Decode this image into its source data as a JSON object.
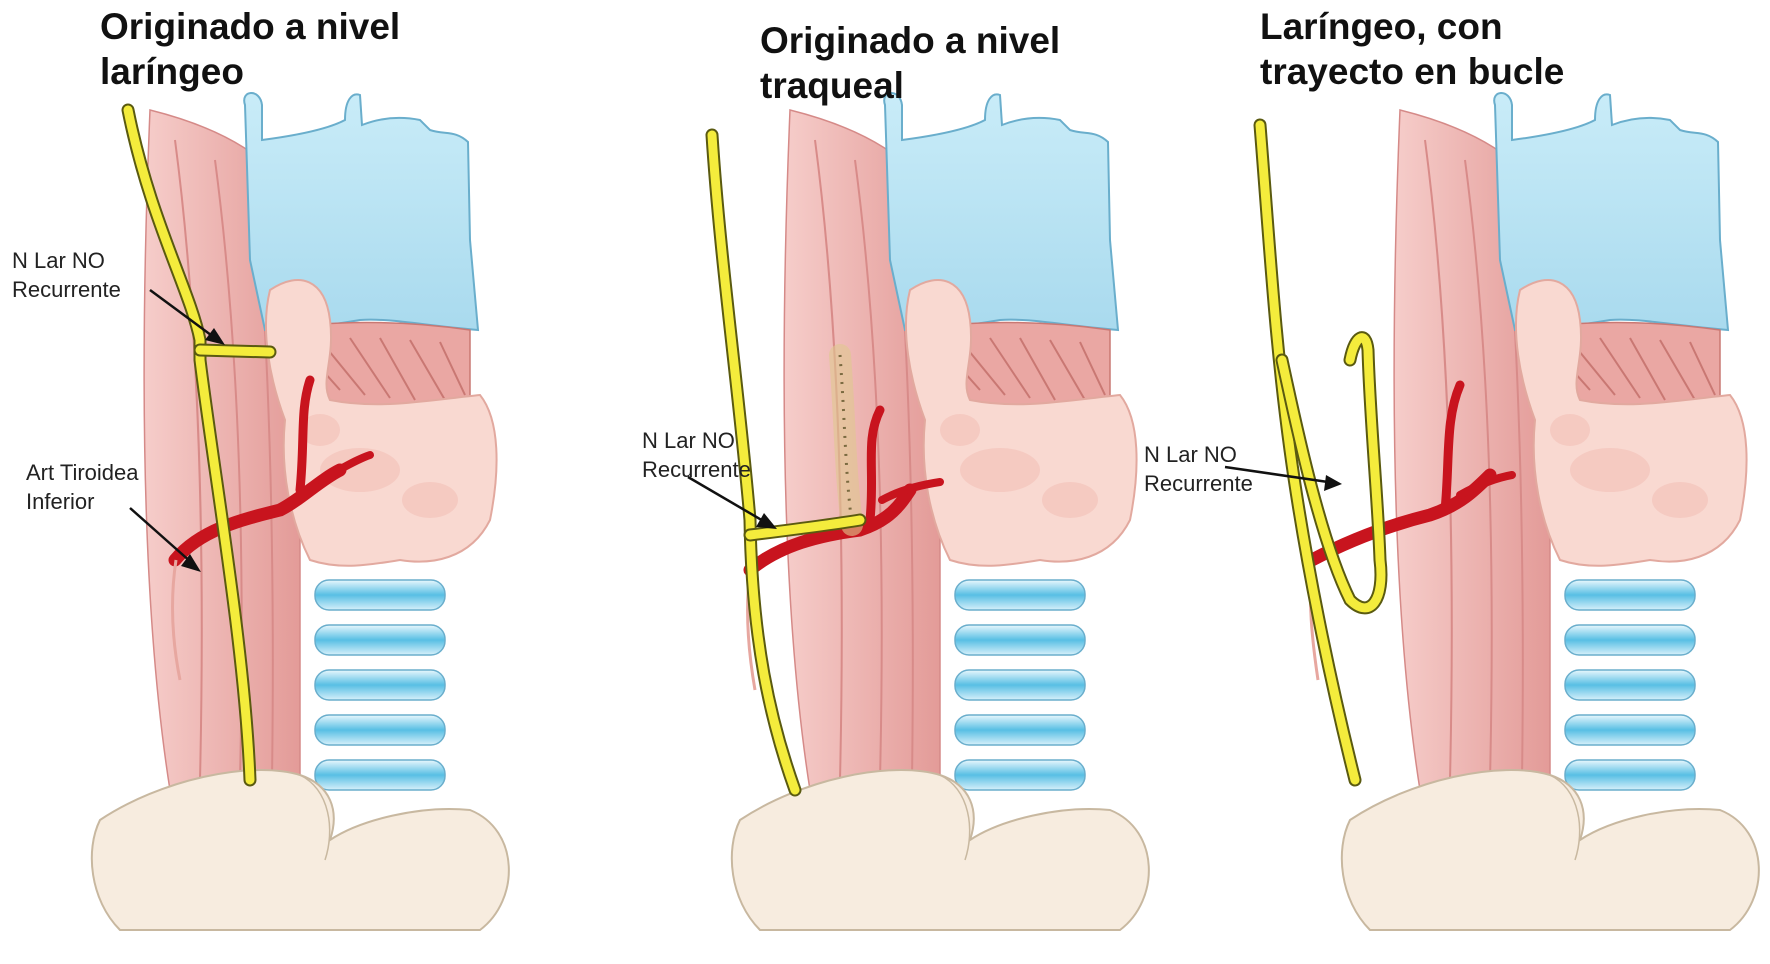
{
  "panels": [
    {
      "title": "Originado a nivel\nlaríngeo",
      "labels": [
        {
          "text": "N Lar NO\nRecurrente"
        },
        {
          "text": "Art Tiroidea\nInferior"
        }
      ]
    },
    {
      "title": "Originado a nivel\ntraqueal",
      "labels": [
        {
          "text": "N Lar NO\nRecurrente"
        }
      ]
    },
    {
      "title": "Laríngeo, con\ntrayecto en bucle",
      "labels": [
        {
          "text": "N Lar NO\nRecurrente"
        }
      ]
    }
  ],
  "colors": {
    "nerve": "#f4ec3c",
    "nerve_outline": "#5a5a10",
    "artery": "#c8141e",
    "cartilage": "#bfe6f3",
    "cartilage_outline": "#6aaecc",
    "thyroid": "#f8d4cc",
    "muscle": "#e9a8a6",
    "clavicle": "#f7ecdf"
  }
}
